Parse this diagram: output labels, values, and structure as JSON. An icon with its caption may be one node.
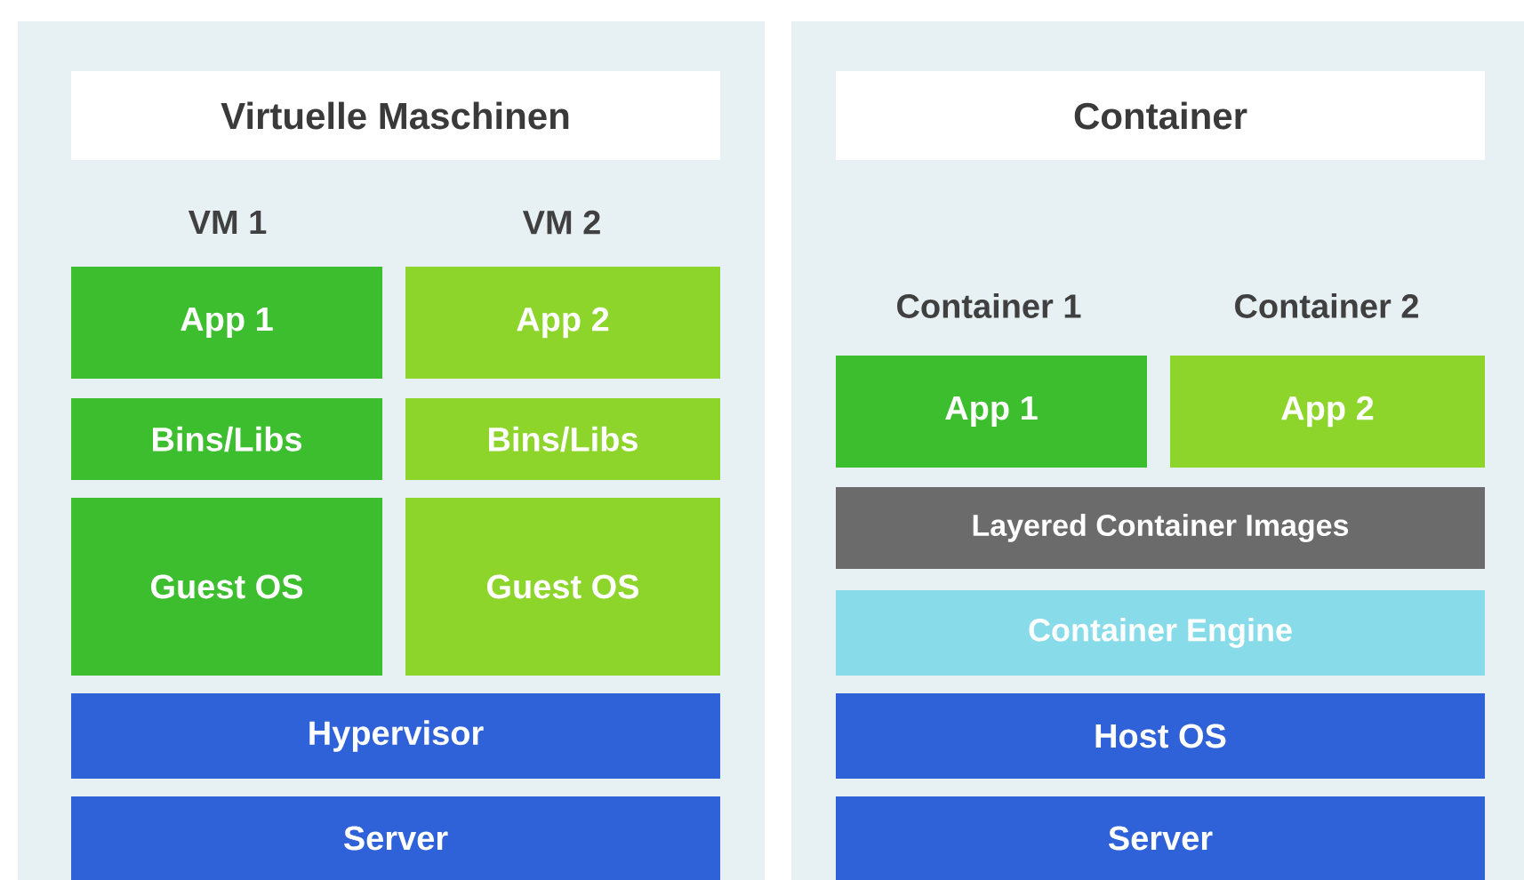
{
  "diagram": {
    "nodes": [
      {
        "text": [
          "Virtuelle Maschinen"
        ]
      },
      {
        "text": [
          "App 1"
        ]
      },
      {
        "text": [
          "App 2"
        ]
      },
      {
        "text": [
          "Bins/Libs"
        ]
      },
      {
        "text": [
          "Bins/Libs"
        ]
      },
      {
        "text": [
          "Guest OS"
        ]
      },
      {
        "text": [
          "Guest OS"
        ]
      },
      {
        "text": [
          "Hypervisor"
        ]
      },
      {
        "text": [
          "Server"
        ]
      },
      {
        "text": [
          "Container"
        ]
      },
      {
        "text": [
          "App 1"
        ]
      },
      {
        "text": [
          "App 2"
        ]
      },
      {
        "text": [
          "Layered Container Images"
        ]
      },
      {
        "text": [
          "Container Engine"
        ]
      },
      {
        "text": [
          "Host OS"
        ]
      },
      {
        "text": [
          "Server"
        ]
      }
    ],
    "labels": [
      "VM 1",
      "VM 2",
      "Container 1",
      "Container 2"
    ]
  }
}
